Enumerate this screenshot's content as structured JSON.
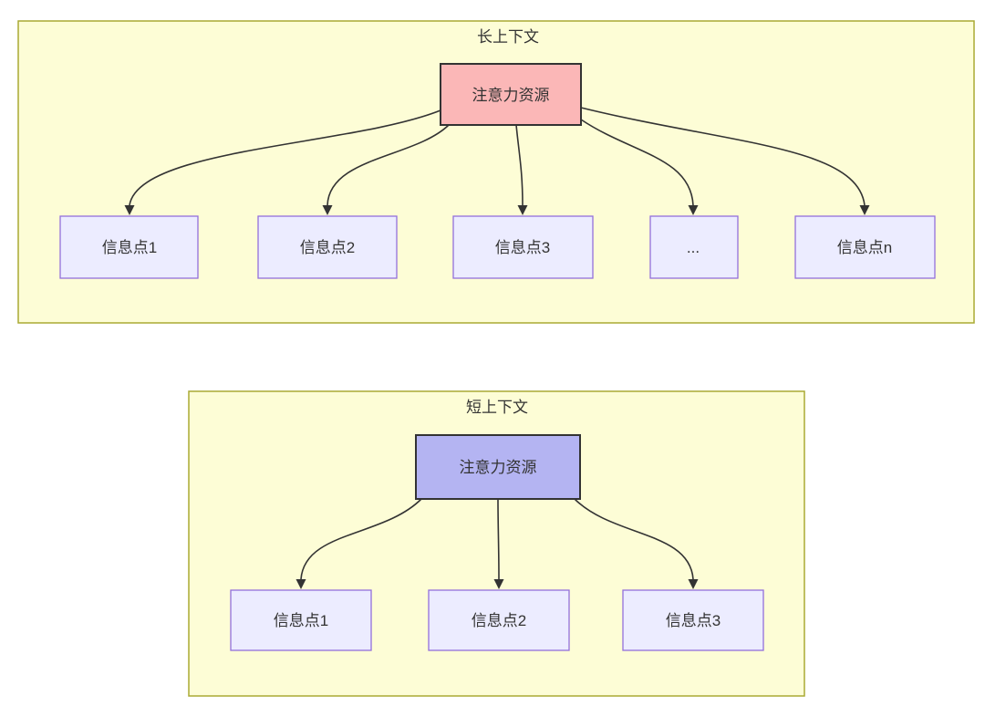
{
  "diagram": {
    "type": "flowchart",
    "colors": {
      "panel_fill": "#fdfdd6",
      "panel_border": "#aaaa33",
      "info_node_fill": "#ececff",
      "info_node_border": "#9370db",
      "long_source_fill": "#fbb7b7",
      "short_source_fill": "#b4b4f2",
      "source_border": "#333333",
      "edge_color": "#333333",
      "text_color": "#333333"
    },
    "panels": [
      {
        "title": "长上下文",
        "source_label": "注意力资源",
        "source_fill": "#fbb7b7",
        "targets": [
          "信息点1",
          "信息点2",
          "信息点3",
          "...",
          "信息点n"
        ]
      },
      {
        "title": "短上下文",
        "source_label": "注意力资源",
        "source_fill": "#b4b4f2",
        "targets": [
          "信息点1",
          "信息点2",
          "信息点3"
        ]
      }
    ]
  }
}
